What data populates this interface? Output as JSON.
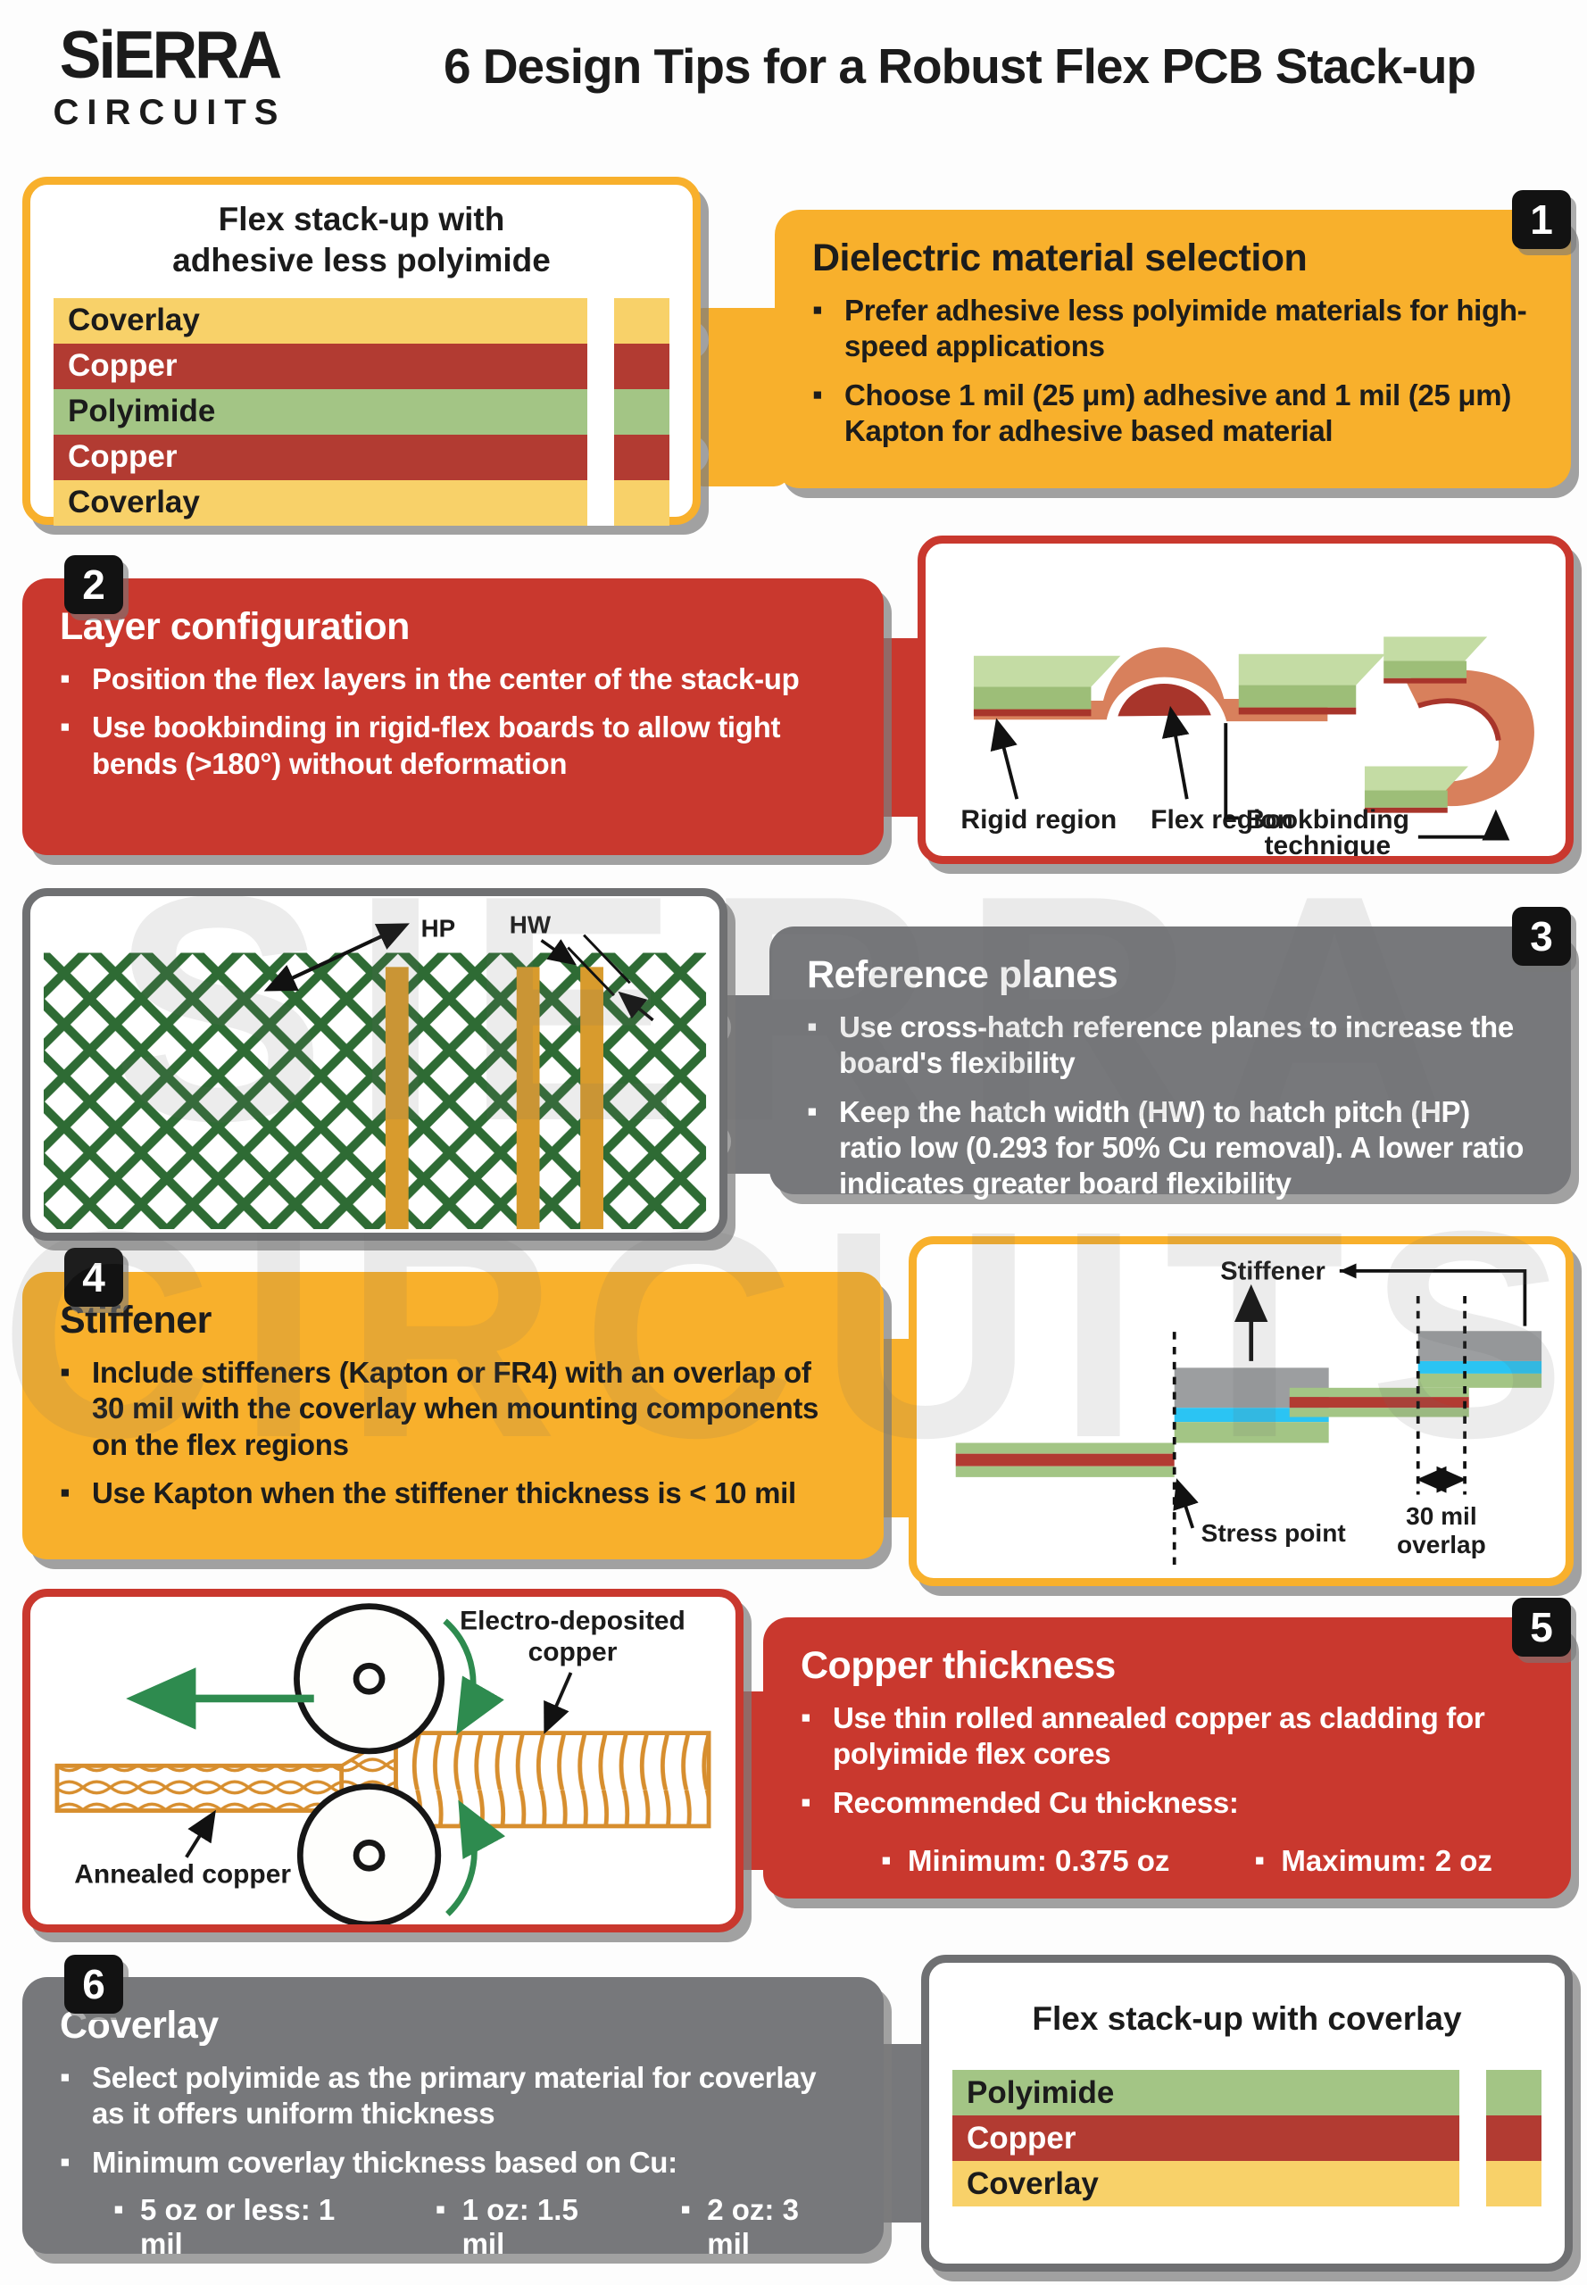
{
  "header": {
    "logo_line1": "SiERRA",
    "logo_line2": "CIRCUITS",
    "title": "6 Design Tips for a Robust Flex PCB Stack-up"
  },
  "colors": {
    "accent_yellow": "#F8B02C",
    "accent_red": "#C9382E",
    "accent_gray": "#77787B",
    "badge_black": "#121212",
    "layer_coverlay": "#F8D169",
    "layer_copper": "#B23B32",
    "layer_polyimide": "#A3C585",
    "stiffener_gray": "#9C9EA0",
    "adhesive_cyan": "#2BC4F3",
    "flex_salmon": "#D8805C",
    "hatch_green": "#2E6B34",
    "copper_texture_orange": "#D78E2E",
    "trace_gold": "#D89B2D",
    "arrow_green": "#2E8B4F"
  },
  "watermark": {
    "line1": "SIERRA",
    "line2": "CIRCUITS"
  },
  "tips": [
    {
      "number": "1",
      "title": "Dielectric material selection",
      "bullets": [
        "Prefer adhesive less polyimide materials for high-speed applications",
        "Choose 1 mil (25 μm) adhesive and 1 mil (25 μm) Kapton for adhesive based material"
      ]
    },
    {
      "number": "2",
      "title": "Layer configuration",
      "bullets": [
        "Position the flex layers in the center of the stack-up",
        "Use bookbinding in rigid-flex boards to allow tight bends (>180°) without deformation"
      ]
    },
    {
      "number": "3",
      "title": "Reference planes",
      "bullets": [
        "Use cross-hatch reference planes to increase the board's flexibility",
        "Keep the hatch width (HW) to hatch pitch (HP) ratio low (0.293 for 50% Cu removal). A lower ratio indicates greater board flexibility"
      ]
    },
    {
      "number": "4",
      "title": "Stiffener",
      "bullets": [
        "Include stiffeners (Kapton or FR4) with an overlap of 30 mil with the coverlay when mounting components on the flex regions",
        "Use Kapton when the stiffener thickness is < 10 mil"
      ]
    },
    {
      "number": "5",
      "title": "Copper thickness",
      "bullets": [
        "Use thin rolled annealed copper as cladding for polyimide flex cores",
        "Recommended Cu thickness:"
      ],
      "sub_bullets": [
        "Minimum: 0.375 oz",
        "Maximum: 2 oz"
      ]
    },
    {
      "number": "6",
      "title": "Coverlay",
      "bullets": [
        "Select polyimide as the primary material for coverlay as it offers uniform thickness",
        "Minimum coverlay thickness based on Cu:"
      ],
      "sub_bullets": [
        "5 oz or less: 1 mil",
        "1 oz: 1.5 mil",
        "2 oz: 3 mil"
      ]
    }
  ],
  "diagrams": {
    "stackup_adhesiveless": {
      "title_line1": "Flex stack-up with",
      "title_line2": "adhesive less polyimide",
      "layers": [
        {
          "label": "Coverlay"
        },
        {
          "label": "Copper"
        },
        {
          "label": "Polyimide"
        },
        {
          "label": "Copper"
        },
        {
          "label": "Coverlay"
        }
      ]
    },
    "rigid_flex": {
      "rigid_label": "Rigid region",
      "flex_label": "Flex region",
      "bookbinding_line1": "Bookbinding",
      "bookbinding_line2": "technique"
    },
    "crosshatch": {
      "hp_label": "HP",
      "hw_label": "HW"
    },
    "stiffener": {
      "stiffener_label": "Stiffener",
      "stress_label": "Stress point",
      "overlap_line1": "30 mil",
      "overlap_line2": "overlap"
    },
    "copper_rolling": {
      "ed_line1": "Electro-deposited",
      "ed_line2": "copper",
      "annealed_label": "Annealed copper"
    },
    "stackup_coverlay": {
      "title": "Flex stack-up with coverlay",
      "layers": [
        {
          "label": "Polyimide"
        },
        {
          "label": "Copper"
        },
        {
          "label": "Coverlay"
        }
      ]
    }
  }
}
